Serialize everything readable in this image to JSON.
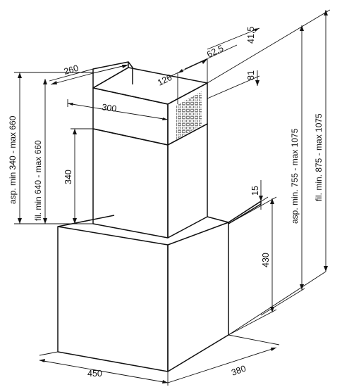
{
  "diagram": {
    "dimensions": {
      "top_depth": "260",
      "top_width": "300",
      "offset_126": "126",
      "offset_62_5": "62,5",
      "offset_41_5": "41,5",
      "offset_81": "81",
      "chimney_height": "340",
      "gap_15": "15",
      "body_height": "430",
      "body_width": "450",
      "body_depth": "380"
    },
    "ranges": {
      "aspiration_chimney": "asp. min 340 - max 660",
      "filter_chimney": "fil. min 640 - max 660",
      "aspiration_total": "asp. min. 755 - max 1075",
      "filter_total": "fil. min. 875 - max 1075"
    }
  }
}
